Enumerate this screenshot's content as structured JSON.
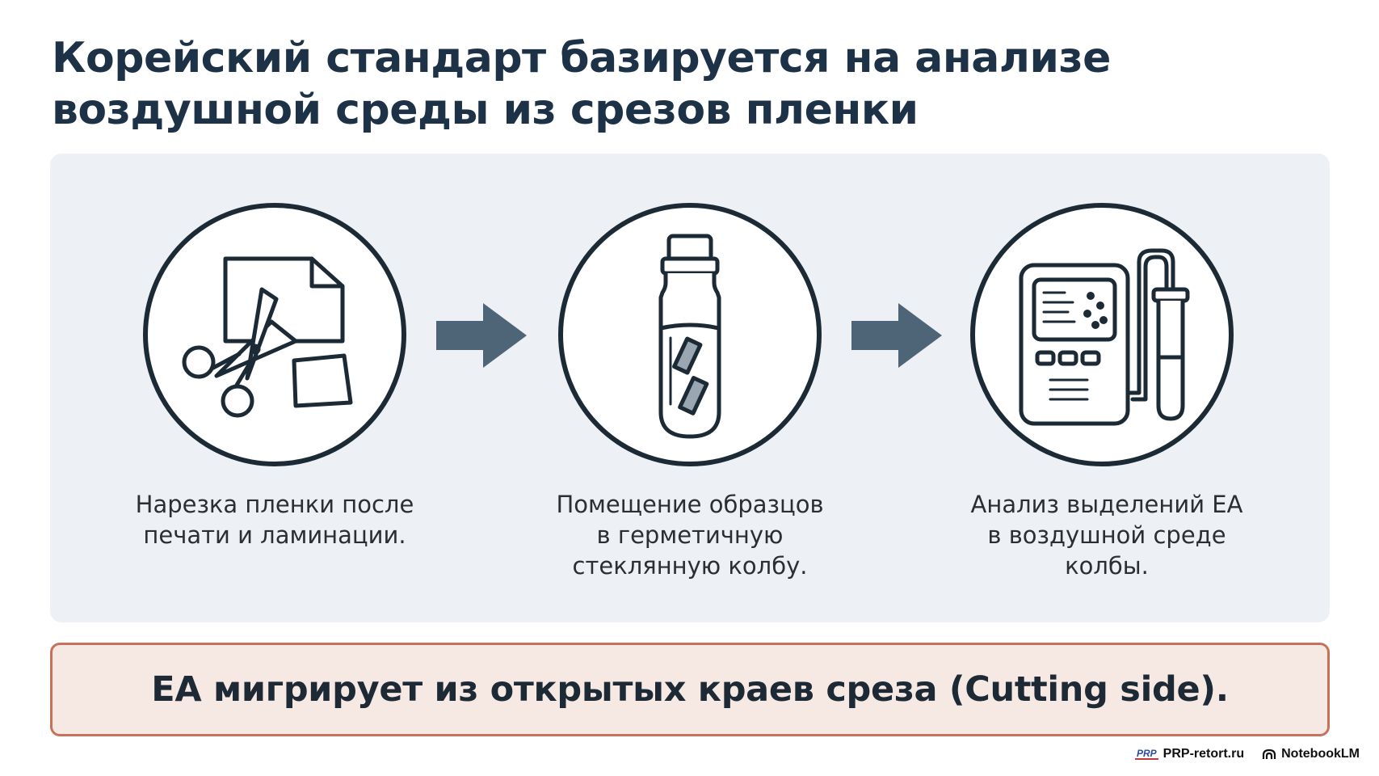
{
  "title": {
    "line1": "Корейский стандарт базируется на анализе",
    "line2": "воздушной среды из срезов пленки"
  },
  "steps": [
    {
      "icon": "scissors-film-icon",
      "lines": [
        "Нарезка пленки после",
        "печати и ламинации."
      ]
    },
    {
      "icon": "sealed-flask-icon",
      "lines": [
        "Помещение образцов",
        "в герметичную",
        "стеклянную колбу."
      ]
    },
    {
      "icon": "gas-analyzer-icon",
      "lines": [
        "Анализ выделений EA",
        "в воздушной среде",
        "колбы."
      ]
    }
  ],
  "conclusion": "EA мигрирует из открытых краев среза (Cutting side).",
  "footer": {
    "logo_text": "PRP",
    "site": "PRP-retort.ru",
    "brand": "NotebookLM"
  },
  "colors": {
    "title": "#1d3246",
    "panel_bg": "#edf0f4",
    "arrow": "#4e6477",
    "conclusion_bg": "#f6e9e4",
    "conclusion_border": "#c8715a"
  }
}
